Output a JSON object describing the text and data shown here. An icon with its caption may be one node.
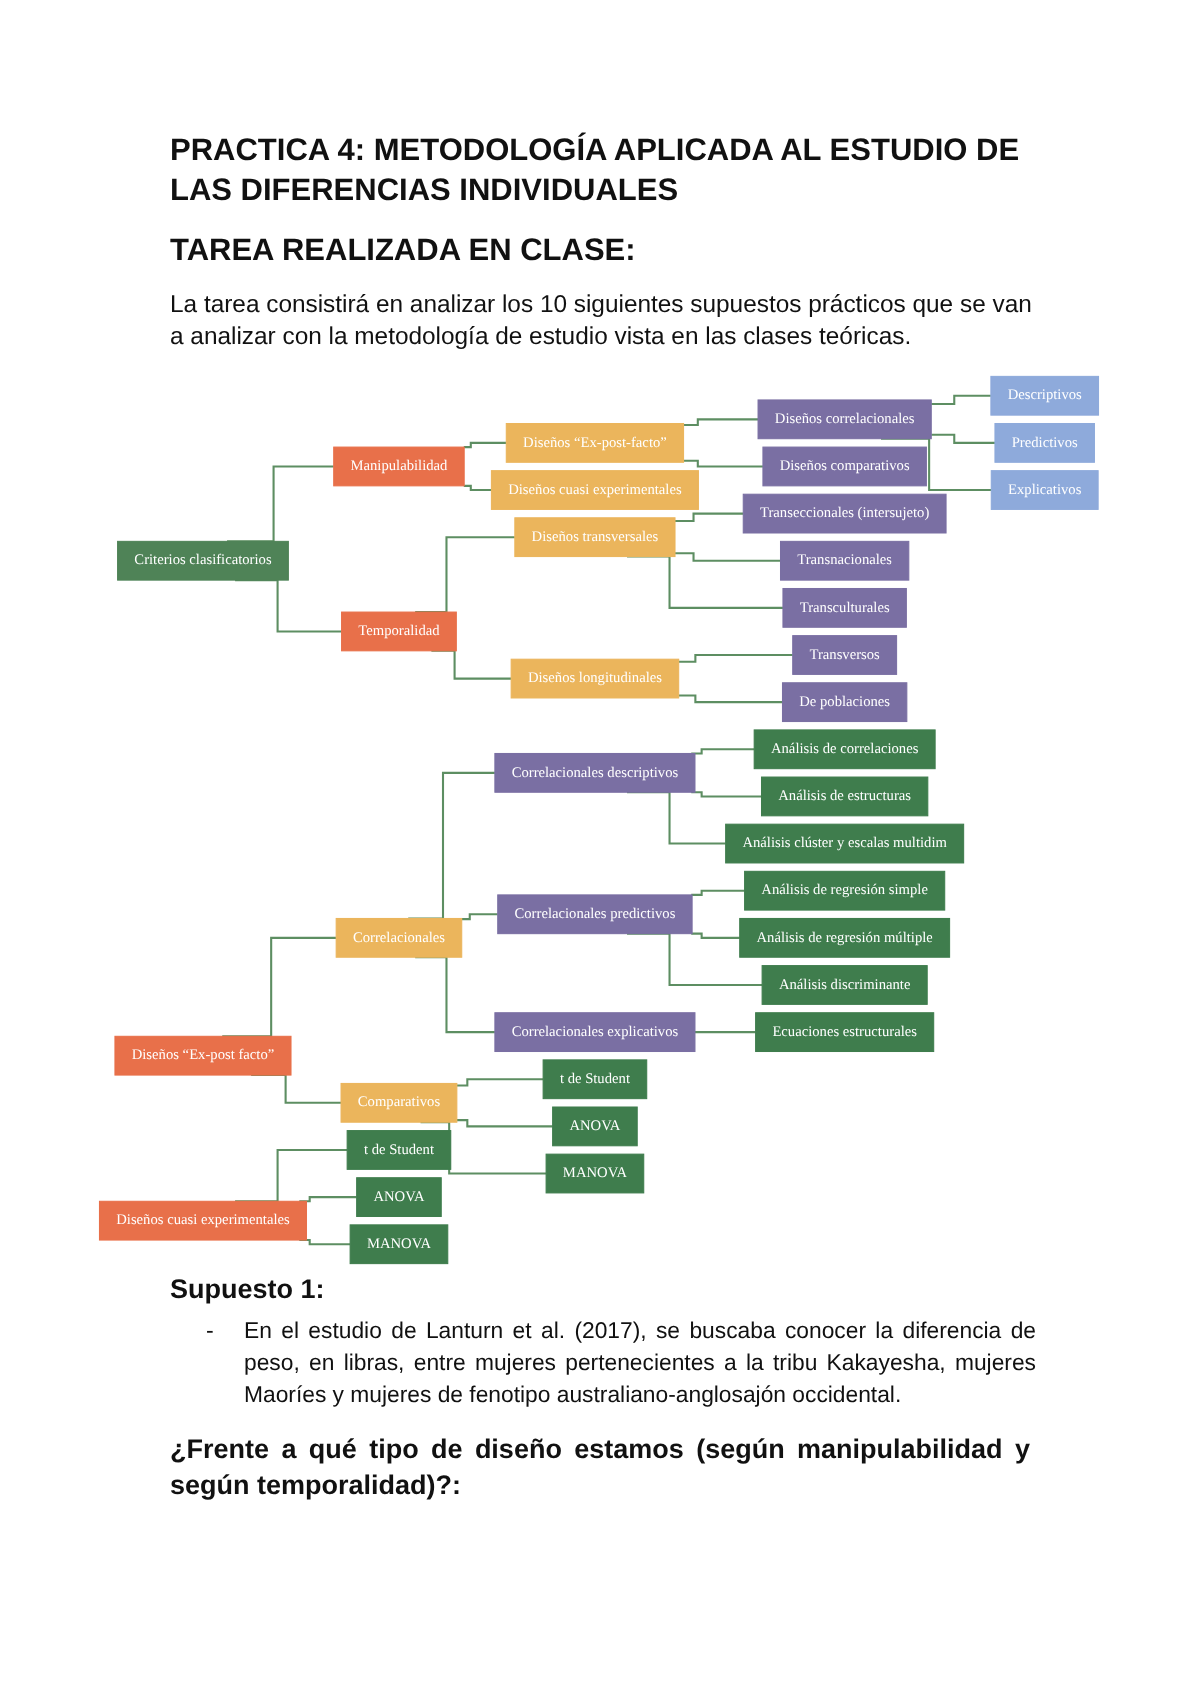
{
  "diagram": {
    "title": "PRACTICA 4: METODOLOGÍA APLICADA AL ESTUDIO DE LAS DIFERENCIAS INDIVIDUALES",
    "nodes": [
      {
        "text": [
          "Criterios clasificatorios"
        ]
      },
      {
        "text": [
          "Manipulabilidad"
        ]
      },
      {
        "text": [
          "Temporalidad"
        ]
      },
      {
        "text": [
          "Diseños “Ex-post-facto”"
        ]
      },
      {
        "text": [
          "Diseños cuasi experimentales"
        ]
      },
      {
        "text": [
          "Diseños correlacionales"
        ]
      },
      {
        "text": [
          "Diseños comparativos"
        ]
      },
      {
        "text": [
          "Descriptivos"
        ]
      },
      {
        "text": [
          "Predictivos"
        ]
      },
      {
        "text": [
          "Explicativos"
        ]
      },
      {
        "text": [
          "Diseños transversales"
        ]
      },
      {
        "text": [
          "Diseños longitudinales"
        ]
      },
      {
        "text": [
          "Transeccionales (intersujeto)"
        ]
      },
      {
        "text": [
          "Transnacionales"
        ]
      },
      {
        "text": [
          "Transculturales"
        ]
      },
      {
        "text": [
          "Transversos"
        ]
      },
      {
        "text": [
          "De poblaciones"
        ]
      },
      {
        "text": [
          "Diseños “Ex-post facto”"
        ]
      },
      {
        "text": [
          "Correlacionales"
        ]
      },
      {
        "text": [
          "Comparativos"
        ]
      },
      {
        "text": [
          "Correlacionales descriptivos"
        ]
      },
      {
        "text": [
          "Correlacionales predictivos"
        ]
      },
      {
        "text": [
          "Correlacionales explicativos"
        ]
      },
      {
        "text": [
          "Análisis de correlaciones"
        ]
      },
      {
        "text": [
          "Análisis de estructuras"
        ]
      },
      {
        "text": [
          "Análisis clúster y escalas multidim"
        ]
      },
      {
        "text": [
          "Análisis de regresión simple"
        ]
      },
      {
        "text": [
          "Análisis de regresión múltiple"
        ]
      },
      {
        "text": [
          "Análisis discriminante"
        ]
      },
      {
        "text": [
          "Ecuaciones estructurales"
        ]
      },
      {
        "text": [
          "t de Student"
        ]
      },
      {
        "text": [
          "ANOVA"
        ]
      },
      {
        "text": [
          "MANOVA"
        ]
      },
      {
        "text": [
          "Diseños cuasi experimentales"
        ]
      },
      {
        "text": [
          "t de Student"
        ]
      },
      {
        "text": [
          "ANOVA"
        ]
      },
      {
        "text": [
          "MANOVA"
        ]
      }
    ],
    "edges": [
      {
        "from": 0,
        "to": 1,
        "arrow": "none"
      },
      {
        "from": 0,
        "to": 2,
        "arrow": "none"
      },
      {
        "from": 1,
        "to": 3,
        "arrow": "none"
      },
      {
        "from": 1,
        "to": 4,
        "arrow": "none"
      },
      {
        "from": 3,
        "to": 5,
        "arrow": "none"
      },
      {
        "from": 3,
        "to": 6,
        "arrow": "none"
      },
      {
        "from": 5,
        "to": 7,
        "arrow": "none"
      },
      {
        "from": 5,
        "to": 8,
        "arrow": "none"
      },
      {
        "from": 5,
        "to": 9,
        "arrow": "none"
      },
      {
        "from": 2,
        "to": 10,
        "arrow": "none"
      },
      {
        "from": 2,
        "to": 11,
        "arrow": "none"
      },
      {
        "from": 10,
        "to": 12,
        "arrow": "none"
      },
      {
        "from": 10,
        "to": 13,
        "arrow": "none"
      },
      {
        "from": 10,
        "to": 14,
        "arrow": "none"
      },
      {
        "from": 11,
        "to": 15,
        "arrow": "none"
      },
      {
        "from": 11,
        "to": 16,
        "arrow": "none"
      },
      {
        "from": 17,
        "to": 18,
        "arrow": "none"
      },
      {
        "from": 17,
        "to": 19,
        "arrow": "none"
      },
      {
        "from": 18,
        "to": 20,
        "arrow": "none"
      },
      {
        "from": 18,
        "to": 21,
        "arrow": "none"
      },
      {
        "from": 18,
        "to": 22,
        "arrow": "none"
      },
      {
        "from": 20,
        "to": 23,
        "arrow": "none"
      },
      {
        "from": 20,
        "to": 24,
        "arrow": "none"
      },
      {
        "from": 20,
        "to": 25,
        "arrow": "none"
      },
      {
        "from": 21,
        "to": 26,
        "arrow": "none"
      },
      {
        "from": 21,
        "to": 27,
        "arrow": "none"
      },
      {
        "from": 21,
        "to": 28,
        "arrow": "none"
      },
      {
        "from": 22,
        "to": 29,
        "arrow": "none"
      },
      {
        "from": 19,
        "to": 30,
        "arrow": "none"
      },
      {
        "from": 19,
        "to": 31,
        "arrow": "none"
      },
      {
        "from": 19,
        "to": 32,
        "arrow": "none"
      },
      {
        "from": 33,
        "to": 34,
        "arrow": "none"
      },
      {
        "from": 33,
        "to": 35,
        "arrow": "none"
      },
      {
        "from": 33,
        "to": 36,
        "arrow": "none"
      }
    ],
    "labels": [
      "TAREA REALIZADA EN CLASE:",
      "La tarea consistirá en analizar los 10 siguientes supuestos prácticos que se van a analizar con la metodología de estudio vista en las clases teóricas.",
      "Supuesto 1:",
      "-",
      "En el estudio de Lanturn et al. (2017), se buscaba conocer la diferencia de peso, en libras, entre mujeres pertenecientes a la tribu Kakayesha, mujeres Maoríes y mujeres de fenotipo australiano-anglosajón occidental.",
      "¿Frente a qué tipo de diseño estamos (según manipulabilidad y según temporalidad)?:"
    ]
  }
}
